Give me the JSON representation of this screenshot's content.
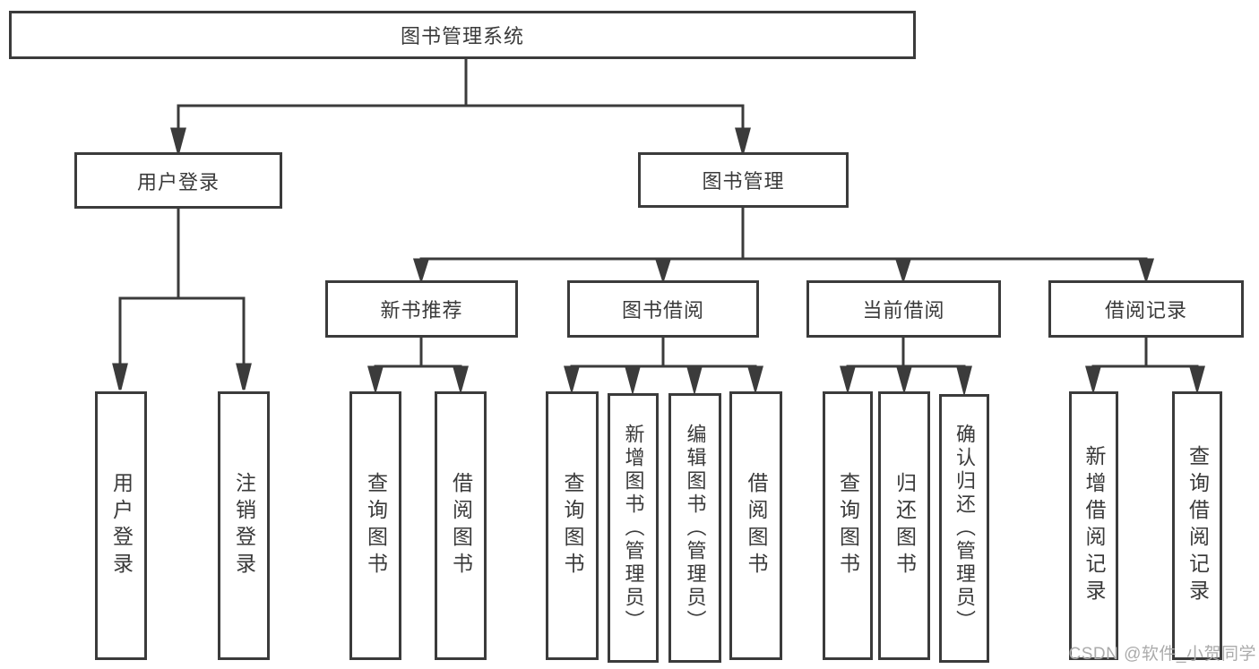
{
  "diagram": {
    "root": {
      "label": "图书管理系统",
      "children": [
        {
          "label": "用户登录",
          "children": [
            {
              "label": "用户登录"
            },
            {
              "label": "注销登录"
            }
          ]
        },
        {
          "label": "图书管理",
          "children": [
            {
              "label": "新书推荐",
              "children": [
                {
                  "label": "查询图书"
                },
                {
                  "label": "借阅图书"
                }
              ]
            },
            {
              "label": "图书借阅",
              "children": [
                {
                  "label": "查询图书"
                },
                {
                  "label": "新增图书（管理员）"
                },
                {
                  "label": "编辑图书（管理员）"
                },
                {
                  "label": "借阅图书"
                }
              ]
            },
            {
              "label": "当前借阅",
              "children": [
                {
                  "label": "查询图书"
                },
                {
                  "label": "归还图书"
                },
                {
                  "label": "确认归还（管理员）"
                }
              ]
            },
            {
              "label": "借阅记录",
              "children": [
                {
                  "label": "新增借阅记录"
                },
                {
                  "label": "查询借阅记录"
                }
              ]
            }
          ]
        }
      ]
    }
  },
  "watermark": "CSDN @软件_小贺同学",
  "colors": {
    "line": "#3b3b3b",
    "box_border": "#3b3b3b",
    "text": "#3a3a3a",
    "background": "#ffffff",
    "watermark": "#ababab"
  }
}
